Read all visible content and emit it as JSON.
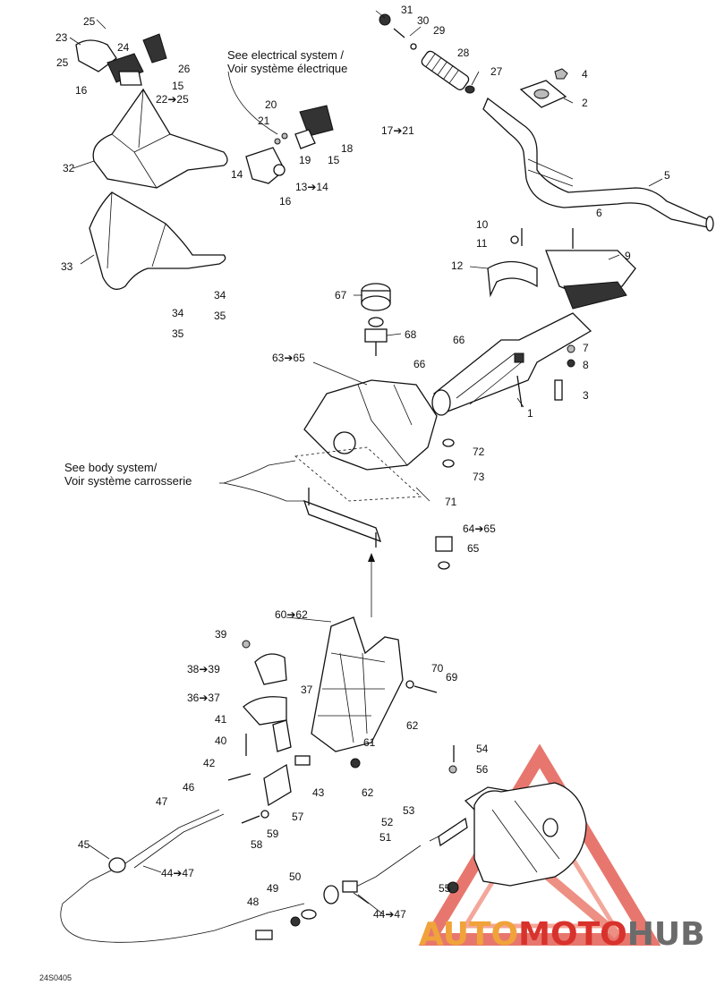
{
  "notes": {
    "electrical_en": "See electrical system /",
    "electrical_fr": "Voir système électrique",
    "body_en": "See body system/",
    "body_fr": "Voir système carrosserie"
  },
  "callouts": [
    {
      "id": "c31",
      "text": "31"
    },
    {
      "id": "c30",
      "text": "30"
    },
    {
      "id": "c29",
      "text": "29"
    },
    {
      "id": "c28",
      "text": "28"
    },
    {
      "id": "c27",
      "text": "27"
    },
    {
      "id": "c4",
      "text": "4"
    },
    {
      "id": "c2",
      "text": "2"
    },
    {
      "id": "c5",
      "text": "5"
    },
    {
      "id": "c25a",
      "text": "25"
    },
    {
      "id": "c23",
      "text": "23"
    },
    {
      "id": "c24",
      "text": "24"
    },
    {
      "id": "c25b",
      "text": "25"
    },
    {
      "id": "c26",
      "text": "26"
    },
    {
      "id": "c15a",
      "text": "15"
    },
    {
      "id": "c16a",
      "text": "16"
    },
    {
      "id": "c22",
      "text": "22➔25"
    },
    {
      "id": "c32",
      "text": "32"
    },
    {
      "id": "c20",
      "text": "20"
    },
    {
      "id": "c21",
      "text": "21"
    },
    {
      "id": "c18",
      "text": "18"
    },
    {
      "id": "c19",
      "text": "19"
    },
    {
      "id": "c15b",
      "text": "15"
    },
    {
      "id": "c17",
      "text": "17➔21"
    },
    {
      "id": "c14",
      "text": "14"
    },
    {
      "id": "c1314",
      "text": "13➔14"
    },
    {
      "id": "c16b",
      "text": "16"
    },
    {
      "id": "c33",
      "text": "33"
    },
    {
      "id": "c34a",
      "text": "34"
    },
    {
      "id": "c34b",
      "text": "34"
    },
    {
      "id": "c35a",
      "text": "35"
    },
    {
      "id": "c35b",
      "text": "35"
    },
    {
      "id": "c10",
      "text": "10"
    },
    {
      "id": "c11",
      "text": "11"
    },
    {
      "id": "c6",
      "text": "6"
    },
    {
      "id": "c9",
      "text": "9"
    },
    {
      "id": "c12",
      "text": "12"
    },
    {
      "id": "c67",
      "text": "67"
    },
    {
      "id": "c68",
      "text": "68"
    },
    {
      "id": "c66a",
      "text": "66"
    },
    {
      "id": "c66b",
      "text": "66"
    },
    {
      "id": "c7",
      "text": "7"
    },
    {
      "id": "c8",
      "text": "8"
    },
    {
      "id": "c3",
      "text": "3"
    },
    {
      "id": "c6365",
      "text": "63➔65"
    },
    {
      "id": "c1",
      "text": "1"
    },
    {
      "id": "c72",
      "text": "72"
    },
    {
      "id": "c73",
      "text": "73"
    },
    {
      "id": "c71",
      "text": "71"
    },
    {
      "id": "c6465",
      "text": "64➔65"
    },
    {
      "id": "c65",
      "text": "65"
    },
    {
      "id": "c6062",
      "text": "60➔62"
    },
    {
      "id": "c39",
      "text": "39"
    },
    {
      "id": "c3839",
      "text": "38➔39"
    },
    {
      "id": "c3637",
      "text": "36➔37"
    },
    {
      "id": "c37",
      "text": "37"
    },
    {
      "id": "c41",
      "text": "41"
    },
    {
      "id": "c40",
      "text": "40"
    },
    {
      "id": "c42",
      "text": "42"
    },
    {
      "id": "c43",
      "text": "43"
    },
    {
      "id": "c70",
      "text": "70"
    },
    {
      "id": "c69",
      "text": "69"
    },
    {
      "id": "c62a",
      "text": "62"
    },
    {
      "id": "c61",
      "text": "61"
    },
    {
      "id": "c62b",
      "text": "62"
    },
    {
      "id": "c54",
      "text": "54"
    },
    {
      "id": "c56",
      "text": "56"
    },
    {
      "id": "c46",
      "text": "46"
    },
    {
      "id": "c47",
      "text": "47"
    },
    {
      "id": "c57",
      "text": "57"
    },
    {
      "id": "c53",
      "text": "53"
    },
    {
      "id": "c52",
      "text": "52"
    },
    {
      "id": "c59",
      "text": "59"
    },
    {
      "id": "c58",
      "text": "58"
    },
    {
      "id": "c45",
      "text": "45"
    },
    {
      "id": "c51",
      "text": "51"
    },
    {
      "id": "c4447a",
      "text": "44➔47"
    },
    {
      "id": "c50",
      "text": "50"
    },
    {
      "id": "c55",
      "text": "55"
    },
    {
      "id": "c49",
      "text": "49"
    },
    {
      "id": "c48",
      "text": "48"
    },
    {
      "id": "c4447b",
      "text": "44➔47"
    }
  ],
  "drawing_code": "24S0405",
  "watermark": {
    "part1": "AUTO",
    "part2": "MOTO",
    "part3": "HUB",
    "color_orange": "#f0a33a",
    "color_red": "#d8322c",
    "color_gray": "#6b6b6b"
  }
}
